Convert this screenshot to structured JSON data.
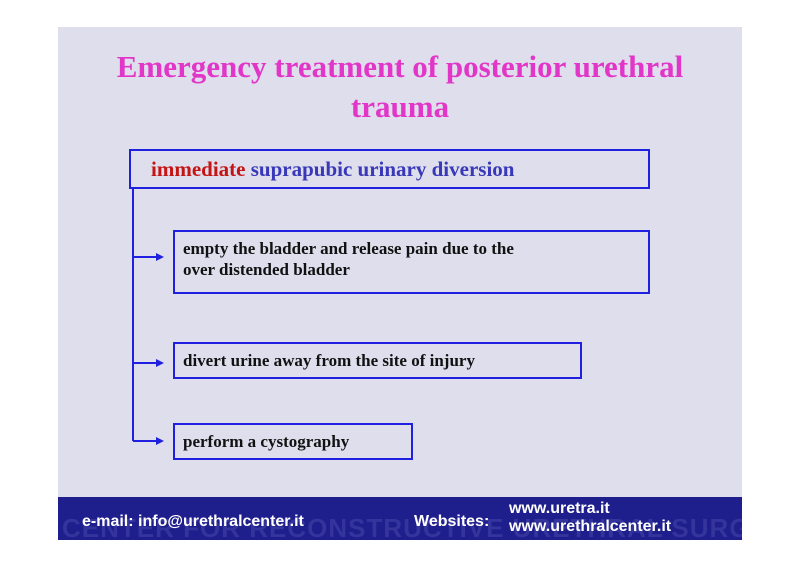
{
  "slide": {
    "title_line1": "Emergency treatment of posterior urethral",
    "title_line2": "trauma",
    "main_box": {
      "highlight": "immediate",
      "rest": "suprapubic urinary diversion"
    },
    "steps": [
      {
        "line1": "empty the bladder and release pain due to the",
        "line2": "over distended bladder"
      },
      {
        "line1": "divert urine away from the site of injury"
      },
      {
        "line1": "perform a cystography"
      }
    ]
  },
  "footer": {
    "email": "e-mail: info@urethralcenter.it",
    "websites_label": "Websites:",
    "site1": "www.uretra.it",
    "site2": "www.urethralcenter.it",
    "watermark": "CENTER FOR RECONSTRUCTIVE URETHRAL SURGERY"
  },
  "colors": {
    "title": "#e236c8",
    "highlight": "#c41414",
    "subtitle_blue": "#3838b8",
    "box_border": "#2020e0",
    "slide_bg": "#dedeed",
    "footer_bg": "#1e1e8c"
  }
}
